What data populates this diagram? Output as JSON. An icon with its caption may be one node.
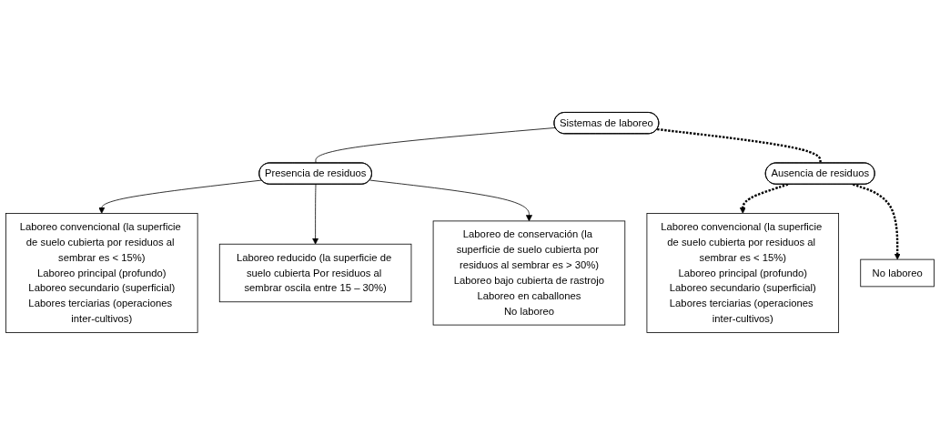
{
  "diagram": {
    "nodes": [
      {
        "text": [
          "Sistemas de laboreo"
        ]
      },
      {
        "text": [
          "Presencia de residuos"
        ]
      },
      {
        "text": [
          "Ausencia de residuos"
        ]
      },
      {
        "text": [
          "Laboreo convencional (la superficie de suelo cubierta por residuos al sembrar es < 15%)",
          "Laboreo principal (profundo)",
          "Laboreo secundario (superficial)",
          "Labores terciarias (operaciones inter-cultivos)"
        ]
      },
      {
        "text": [
          "Laboreo reducido (la superficie de suelo cubierta Por residuos al sembrar oscila entre 15 – 30%)"
        ]
      },
      {
        "text": [
          "Laboreo de conservación (la superficie de suelo cubierta por residuos al sembrar es > 30%)",
          "Laboreo bajo cubierta de rastrojo",
          "Laboreo en caballones",
          "No laboreo"
        ]
      },
      {
        "text": [
          "Laboreo convencional (la superficie de suelo cubierta por residuos al sembrar es < 15%)",
          "Laboreo principal (profundo)",
          "Laboreo secundario (superficial)",
          "Labores terciarias (operaciones inter-cultivos)"
        ]
      },
      {
        "text": [
          "No laboreo"
        ]
      }
    ],
    "edges": [
      {
        "from": 0,
        "to": 1,
        "arrow": "none"
      },
      {
        "from": 0,
        "to": 2,
        "arrow": "none",
        "style": "dashed"
      },
      {
        "from": 1,
        "to": 3,
        "arrow": "to"
      },
      {
        "from": 1,
        "to": 4,
        "arrow": "to"
      },
      {
        "from": 1,
        "to": 5,
        "arrow": "to"
      },
      {
        "from": 2,
        "to": 6,
        "arrow": "to",
        "style": "dashed"
      },
      {
        "from": 2,
        "to": 7,
        "arrow": "to",
        "style": "dashed"
      }
    ]
  }
}
